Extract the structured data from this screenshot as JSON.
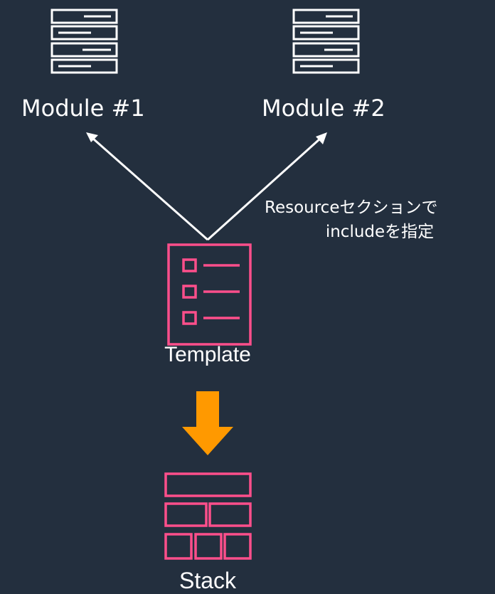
{
  "modules": [
    {
      "label": "Module #1"
    },
    {
      "label": "Module #2"
    }
  ],
  "annotation": {
    "line1": "Resourceセクションで",
    "line2": "includeを指定"
  },
  "template": {
    "label": "Template"
  },
  "stack": {
    "label": "Stack"
  },
  "colors": {
    "background": "#232f3e",
    "foreground": "#ffffff",
    "accent": "#ff4f8b",
    "arrow": "#ff9900"
  }
}
